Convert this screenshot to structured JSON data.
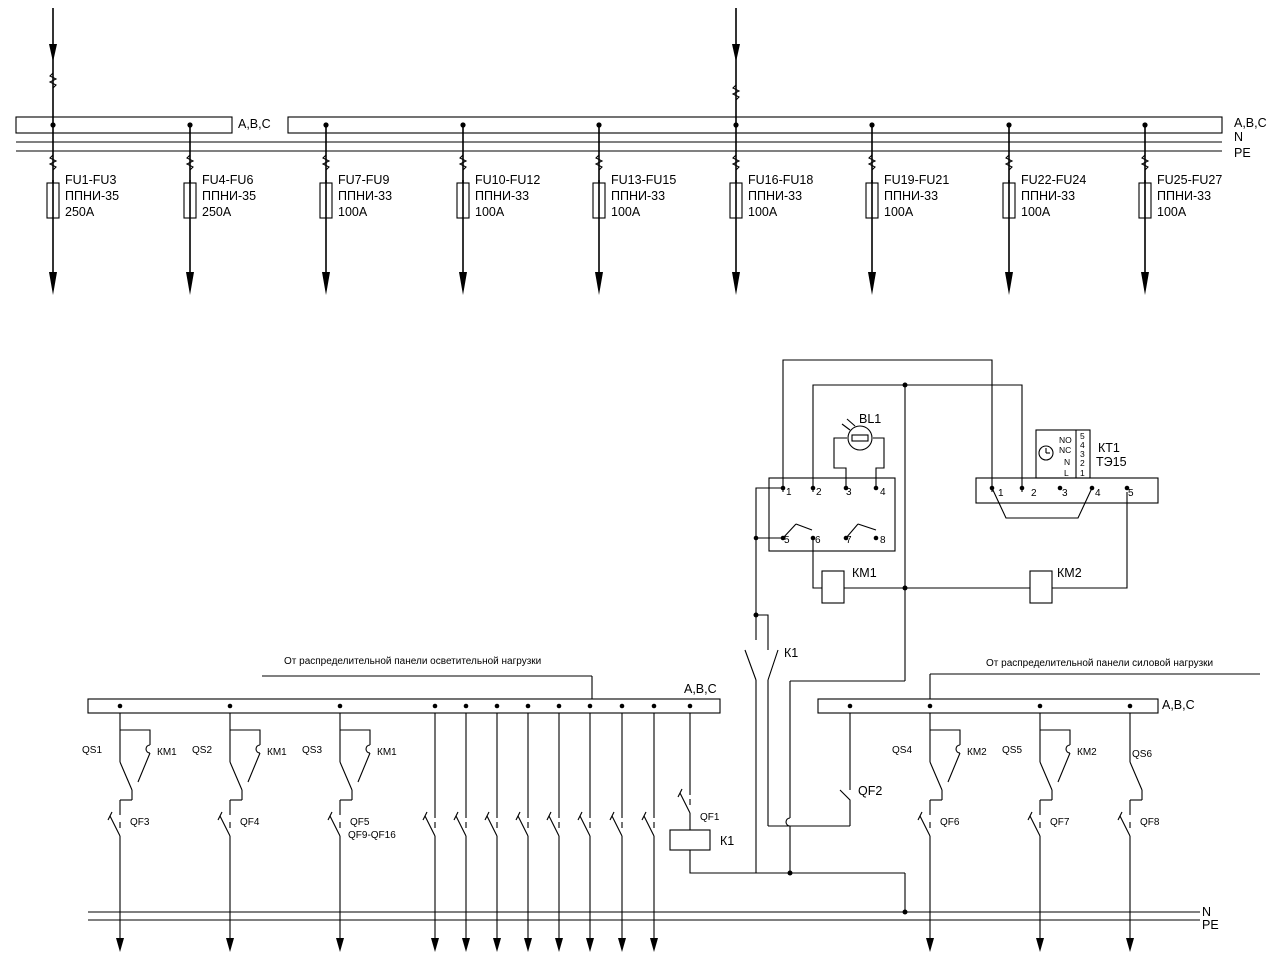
{
  "top": {
    "bus1_label": "A,B,C",
    "bus2_label": "A,B,C",
    "n_label": "N",
    "pe_label": "PE",
    "fuse_groups": [
      {
        "name": "FU1-FU3",
        "type": "ППНИ-35",
        "rating": "250A"
      },
      {
        "name": "FU4-FU6",
        "type": "ППНИ-35",
        "rating": "250A"
      },
      {
        "name": "FU7-FU9",
        "type": "ППНИ-33",
        "rating": "100A"
      },
      {
        "name": "FU10-FU12",
        "type": "ППНИ-33",
        "rating": "100A"
      },
      {
        "name": "FU13-FU15",
        "type": "ППНИ-33",
        "rating": "100A"
      },
      {
        "name": "FU16-FU18",
        "type": "ППНИ-33",
        "rating": "100A"
      },
      {
        "name": "FU19-FU21",
        "type": "ППНИ-33",
        "rating": "100A"
      },
      {
        "name": "FU22-FU24",
        "type": "ППНИ-33",
        "rating": "100A"
      },
      {
        "name": "FU25-FU27",
        "type": "ППНИ-33",
        "rating": "100A"
      }
    ]
  },
  "control": {
    "bl1": "BL1",
    "bl1_pins": [
      "1",
      "2",
      "3",
      "4",
      "5",
      "6",
      "7",
      "8"
    ],
    "kt1": "КТ1",
    "kt1_model": "ТЭ15",
    "kt1_pins": [
      "1",
      "2",
      "3",
      "4",
      "5"
    ],
    "kt1_codes": [
      "NO",
      "NC",
      "N",
      "L"
    ],
    "kt1_nums": [
      "5",
      "4",
      "3",
      "2",
      "1"
    ],
    "km1_coil": "КМ1",
    "km2_coil": "КМ2",
    "k1_contact": "К1",
    "k1_coil": "К1",
    "qf1": "QF1",
    "qf2": "QF2"
  },
  "lighting": {
    "feed_note": "От распределительной панели осветительной нагрузки",
    "bus_label": "A,B,C",
    "qs": [
      "QS1",
      "QS2",
      "QS3"
    ],
    "km": [
      "КМ1",
      "КМ1",
      "КМ1"
    ],
    "qf": [
      "QF3",
      "QF4",
      "QF5"
    ],
    "qf_group": "QF9-QF16"
  },
  "power": {
    "feed_note": "От распределительной панели силовой нагрузки",
    "bus_label": "A,B,C",
    "qs": [
      "QS4",
      "QS5",
      "QS6"
    ],
    "km": [
      "КМ2",
      "КМ2"
    ],
    "qf": [
      "QF6",
      "QF7",
      "QF8"
    ]
  },
  "bottom": {
    "n_label": "N",
    "pe_label": "PE"
  }
}
